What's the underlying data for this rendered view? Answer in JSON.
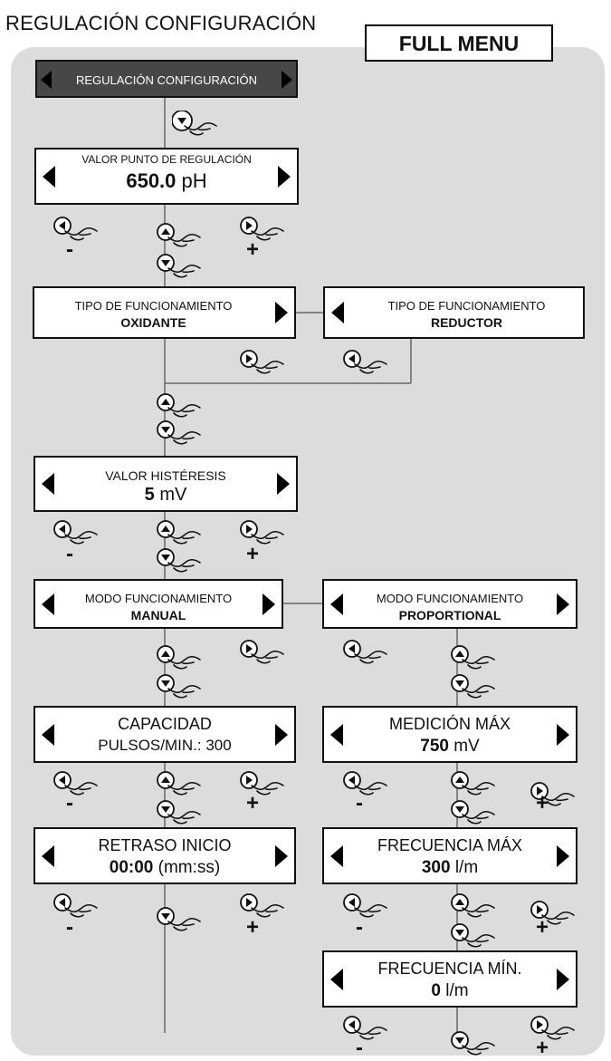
{
  "page_title": "REGULACIÓN CONFIGURACIÓN",
  "full_menu": "FULL MENU",
  "header_button": "REGULACIÓN CONFIGURACIÓN",
  "setpoint": {
    "label": "VALOR PUNTO DE REGULACIÓN",
    "value": "650.0",
    "unit": " pH"
  },
  "tipo_oxidante": {
    "label": "TIPO DE FUNCIONAMIENTO",
    "value": "OXIDANTE"
  },
  "tipo_reductor": {
    "label": "TIPO DE FUNCIONAMIENTO",
    "value": "REDUCTOR"
  },
  "histeresis": {
    "label": "VALOR HISTÉRESIS",
    "value": "5",
    "unit": " mV"
  },
  "modo_manual": {
    "label": "MODO FUNCIONAMIENTO",
    "value": "MANUAL"
  },
  "modo_proportional": {
    "label": "MODO FUNCIONAMIENTO",
    "value": "PROPORTIONAL"
  },
  "capacidad": {
    "label": "CAPACIDAD",
    "value": "PULSOS/MIN.: 300"
  },
  "medicion_max": {
    "label": "MEDICIÓN MÁX",
    "value": "750",
    "unit": " mV"
  },
  "retraso": {
    "label": "RETRASO INICIO",
    "value": "00:00",
    "unit": " (mm:ss)"
  },
  "frecuencia_max": {
    "label": "FRECUENCIA MÁX",
    "value": "300",
    "unit": " l/m"
  },
  "frecuencia_min": {
    "label": "FRECUENCIA MÍN.",
    "value": "0",
    "unit": " l/m"
  },
  "signs": {
    "minus": "-",
    "plus": "+"
  },
  "icons": {
    "button_down": "down-arrow-button-icon",
    "button_up": "up-arrow-button-icon",
    "button_left": "left-arrow-button-icon",
    "button_right": "right-arrow-button-icon",
    "hand": "pointing-hand-icon"
  }
}
